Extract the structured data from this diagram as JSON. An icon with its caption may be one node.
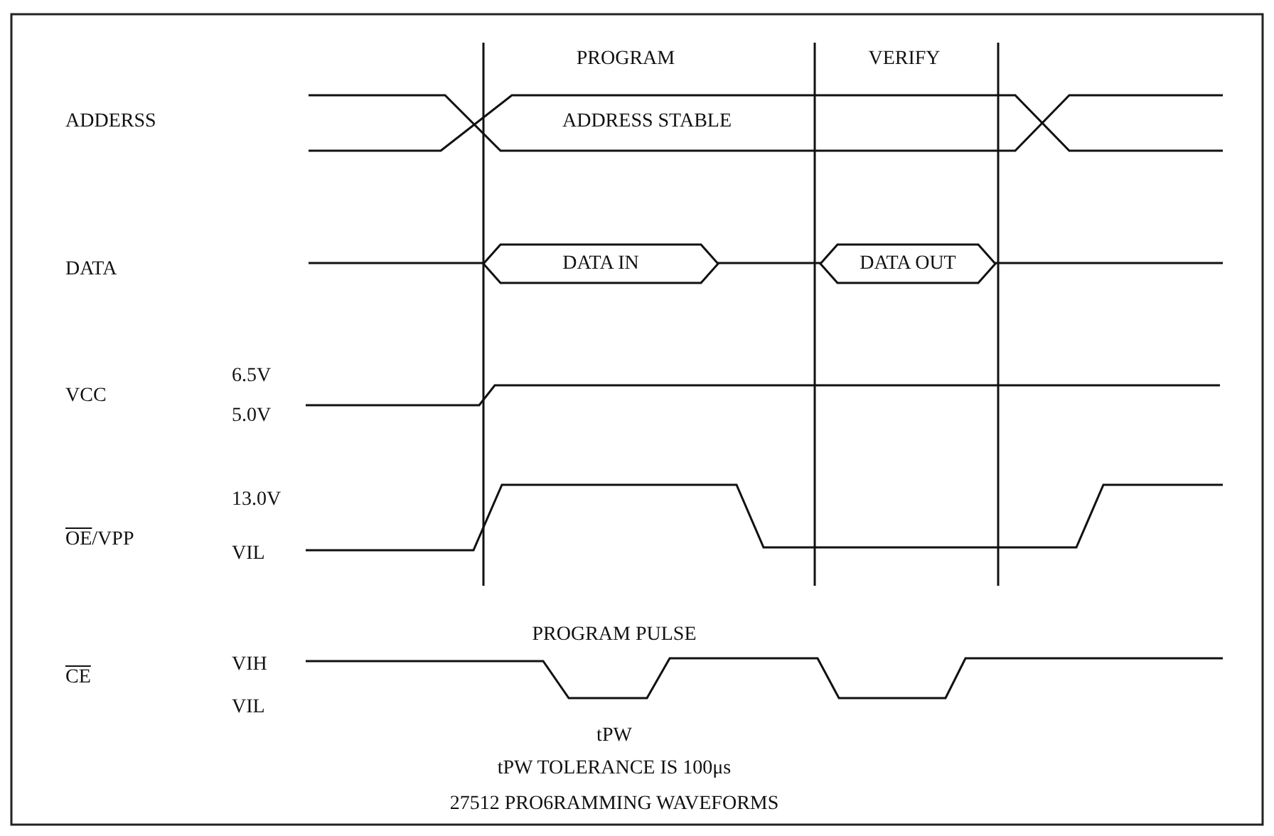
{
  "diagram": {
    "caption": "27512 PRO6RAMMING WAVEFORMS",
    "nodes": [
      {
        "text": [
          "DATA IN"
        ]
      },
      {
        "text": [
          "DATA OUT"
        ]
      }
    ],
    "edges": [
      {
        "from": null,
        "to": 0,
        "arrow": "none"
      },
      {
        "from": 0,
        "to": 1,
        "arrow": "none"
      },
      {
        "from": 1,
        "to": null,
        "arrow": "none"
      }
    ],
    "labels": [
      "PROGRAM",
      "VERIFY",
      "ADDERSS",
      "ADDRESS STABLE",
      "DATA",
      "6.5V",
      "VCC",
      "5.0V",
      "13.0V",
      "OE/VPP",
      "VIL",
      "PROGRAM PULSE",
      "CE",
      "VIH",
      "VIL",
      "tPW",
      "tPW TOLERANCE IS 100μs"
    ]
  }
}
